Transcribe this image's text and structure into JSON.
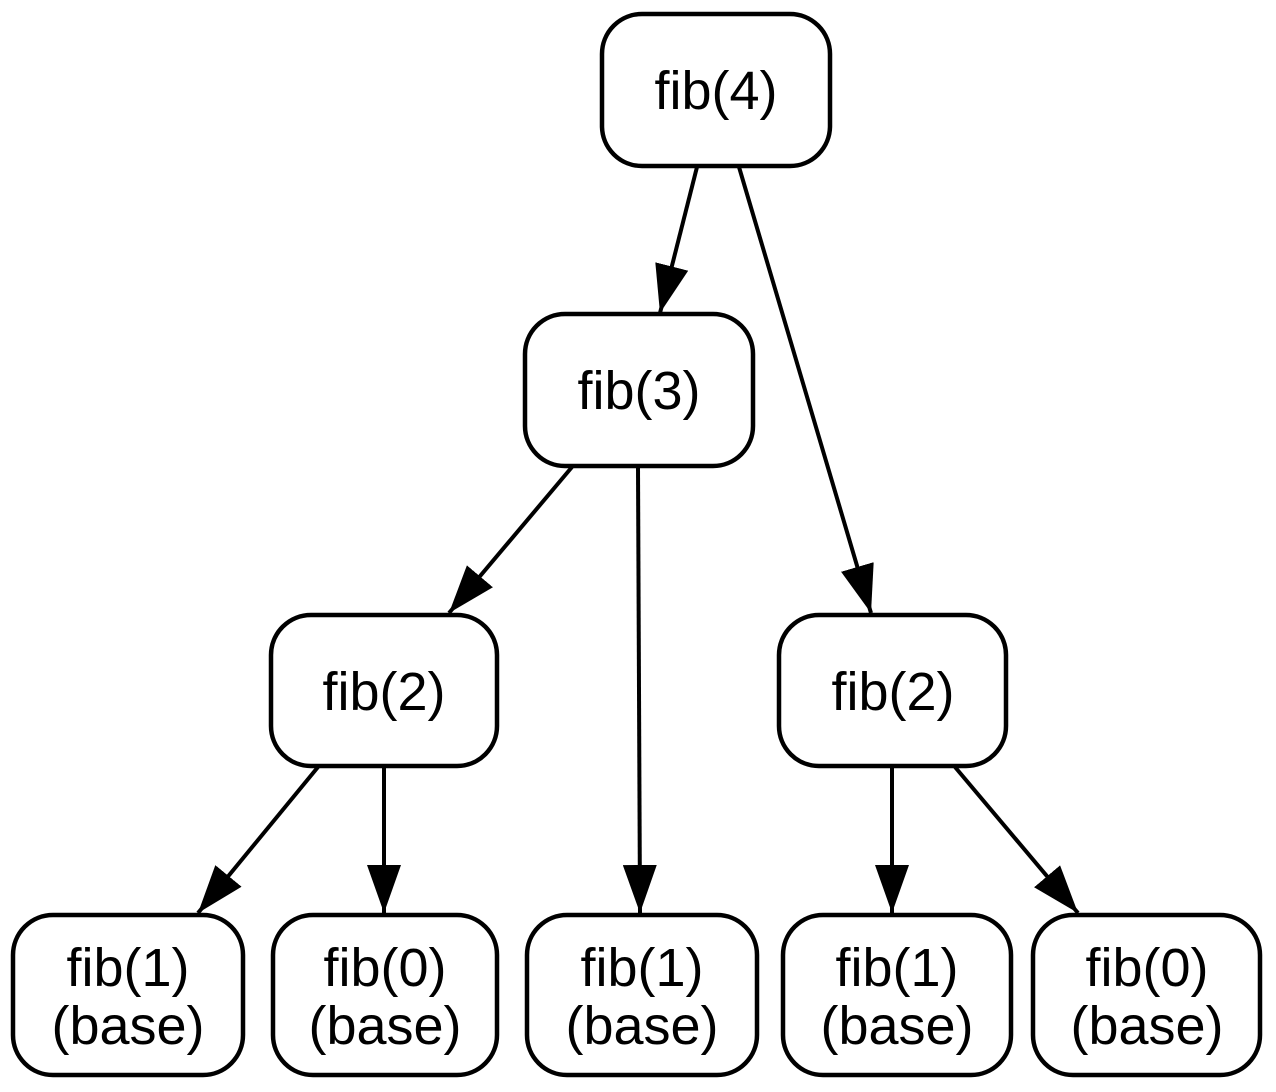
{
  "colors": {
    "background": "#ffffff",
    "node_fill": "#ffffff",
    "node_border": "#000000",
    "edge": "#000000",
    "text": "#000000"
  },
  "diagram": {
    "type": "recursion-tree",
    "nodes": [
      {
        "id": "fib4",
        "label": "fib(4)"
      },
      {
        "id": "fib3",
        "label": "fib(3)"
      },
      {
        "id": "fib2-left",
        "label": "fib(2)"
      },
      {
        "id": "fib2-right",
        "label": "fib(2)"
      },
      {
        "id": "leaf-1",
        "label": "fib(1)",
        "sublabel": "(base)"
      },
      {
        "id": "leaf-2",
        "label": "fib(0)",
        "sublabel": "(base)"
      },
      {
        "id": "leaf-3",
        "label": "fib(1)",
        "sublabel": "(base)"
      },
      {
        "id": "leaf-4",
        "label": "fib(1)",
        "sublabel": "(base)"
      },
      {
        "id": "leaf-5",
        "label": "fib(0)",
        "sublabel": "(base)"
      }
    ],
    "edges": [
      {
        "from": "fib4",
        "to": "fib3"
      },
      {
        "from": "fib4",
        "to": "fib2-right"
      },
      {
        "from": "fib3",
        "to": "fib2-left"
      },
      {
        "from": "fib3",
        "to": "leaf-3"
      },
      {
        "from": "fib2-left",
        "to": "leaf-1"
      },
      {
        "from": "fib2-left",
        "to": "leaf-2"
      },
      {
        "from": "fib2-right",
        "to": "leaf-4"
      },
      {
        "from": "fib2-right",
        "to": "leaf-5"
      }
    ]
  }
}
